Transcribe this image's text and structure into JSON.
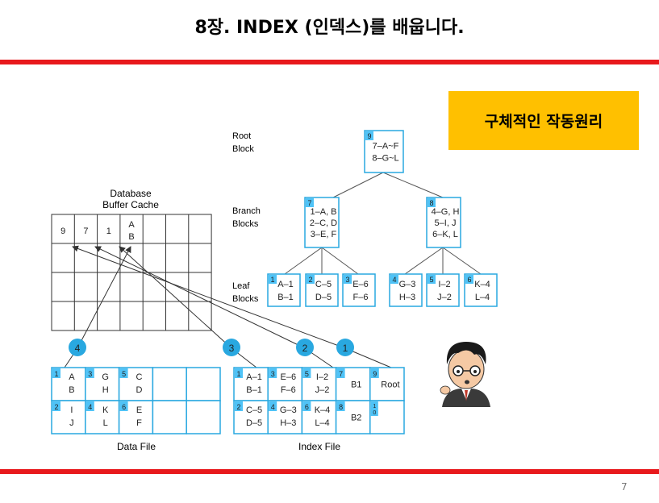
{
  "title": "8장. INDEX (인덱스)를 배웁니다.",
  "badge": "구체적인 작동원리",
  "page_number": "7",
  "labels": {
    "root": [
      "Root",
      "Block"
    ],
    "branch": [
      "Branch",
      "Blocks"
    ],
    "leaf": [
      "Leaf",
      "Blocks"
    ],
    "cache": [
      "Database",
      "Buffer Cache"
    ],
    "data_file": "Data File",
    "index_file": "Index File"
  },
  "root_block": {
    "num": "9",
    "lines": [
      "7–A~F",
      "8–G~L"
    ]
  },
  "branch_blocks": [
    {
      "num": "7",
      "lines": [
        "1–A, B",
        "2–C, D",
        "3–E, F"
      ]
    },
    {
      "num": "8",
      "lines": [
        "4–G, H",
        "5–I, J",
        "6–K, L"
      ]
    }
  ],
  "leaf_blocks": [
    {
      "num": "1",
      "lines": [
        "A–1",
        "B–1"
      ]
    },
    {
      "num": "2",
      "lines": [
        "C–5",
        "D–5"
      ]
    },
    {
      "num": "3",
      "lines": [
        "E–6",
        "F–6"
      ]
    },
    {
      "num": "4",
      "lines": [
        "G–3",
        "H–3"
      ]
    },
    {
      "num": "5",
      "lines": [
        "I–2",
        "J–2"
      ]
    },
    {
      "num": "6",
      "lines": [
        "K–4",
        "L–4"
      ]
    }
  ],
  "cache_cells": [
    "9",
    "7",
    "1",
    "A",
    "B"
  ],
  "step_markers": [
    "4",
    "3",
    "2",
    "1"
  ],
  "data_file": [
    {
      "num": "1",
      "lines": [
        "A",
        "B"
      ]
    },
    {
      "num": "3",
      "lines": [
        "G",
        "H"
      ]
    },
    {
      "num": "5",
      "lines": [
        "C",
        "D"
      ]
    },
    {
      "num": "2",
      "lines": [
        "I",
        "J"
      ]
    },
    {
      "num": "4",
      "lines": [
        "K",
        "L"
      ]
    },
    {
      "num": "6",
      "lines": [
        "E",
        "F"
      ]
    }
  ],
  "index_file": [
    {
      "num": "1",
      "lines": [
        "A–1",
        "B–1"
      ]
    },
    {
      "num": "3",
      "lines": [
        "E–6",
        "F–6"
      ]
    },
    {
      "num": "5",
      "lines": [
        "I–2",
        "J–2"
      ]
    },
    {
      "num": "7",
      "lines": [
        "B1"
      ]
    },
    {
      "num": "9",
      "lines": [
        "Root"
      ]
    },
    {
      "num": "2",
      "lines": [
        "C–5",
        "D–5"
      ]
    },
    {
      "num": "4",
      "lines": [
        "G–3",
        "H–3"
      ]
    },
    {
      "num": "6",
      "lines": [
        "K–4",
        "L–4"
      ]
    },
    {
      "num": "8",
      "lines": [
        "B2"
      ]
    },
    {
      "num": "1 0",
      "lines": []
    }
  ],
  "colors": {
    "accent": "#29a8e0",
    "tag": "#4fc3f7",
    "red": "#e8191c",
    "badge": "#ffc000"
  }
}
